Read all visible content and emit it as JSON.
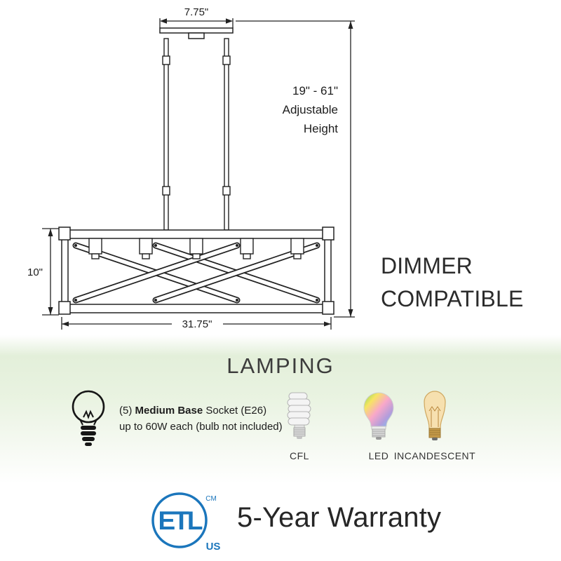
{
  "diagram": {
    "canopy_width": "7.75\"",
    "height_range": "19\" - 61\"",
    "adjustable": "Adjustable",
    "height": "Height",
    "fixture_height": "10\"",
    "fixture_width": "31.75\"",
    "dimmer_line1": "DIMMER",
    "dimmer_line2": "COMPATIBLE"
  },
  "lamping": {
    "title": "LAMPING",
    "socket_prefix": "(5) ",
    "socket_bold": "Medium Base",
    "socket_suffix": " Socket (E26)",
    "socket_line2": "up to 60W each (bulb not included)",
    "bulbs": [
      {
        "label": "CFL"
      },
      {
        "label": "LED"
      },
      {
        "label": "INCANDESCENT"
      }
    ]
  },
  "footer": {
    "etl": "ETL",
    "etl_cm": "CM",
    "etl_us": "US",
    "warranty": "5-Year Warranty"
  },
  "colors": {
    "etl_blue": "#1b76bc",
    "band_green": "#e3efda",
    "line_dark": "#222222"
  }
}
